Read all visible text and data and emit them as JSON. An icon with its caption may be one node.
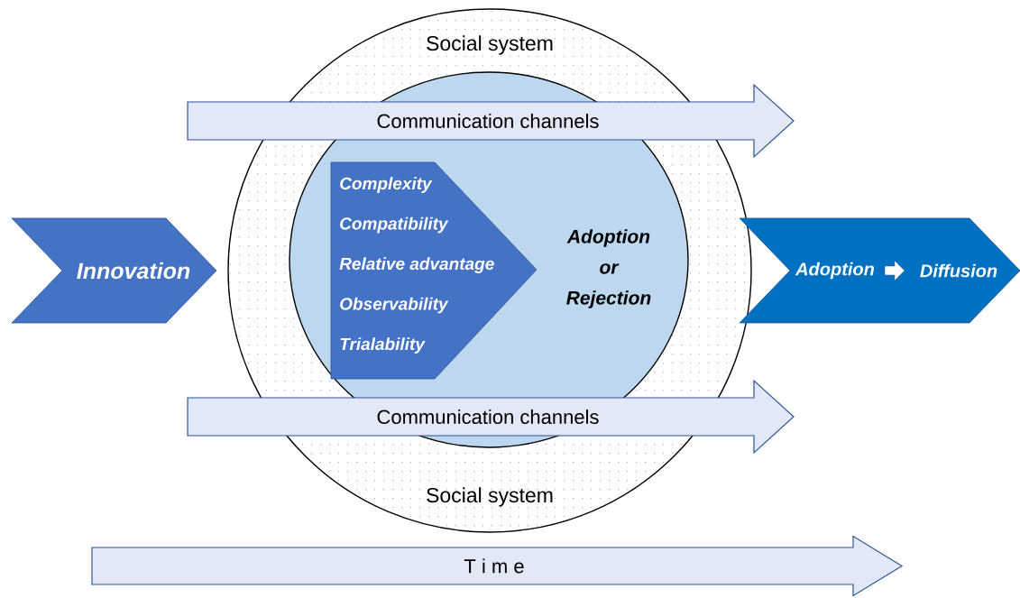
{
  "diagram": {
    "nodes": [
      {
        "text": [
          "Social system",
          "Social system"
        ]
      },
      {
        "text": [
          "Adoption or Rejection"
        ],
        "in": 0
      },
      {
        "text": [
          "Complexity",
          "Compatibility",
          "Relative advantage",
          "Observability",
          "Trialability"
        ],
        "in": 1
      },
      {
        "text": [
          "Innovation"
        ]
      },
      {
        "text": [
          "Adoption",
          "Diffusion"
        ]
      },
      {
        "text": [
          "Communication channels"
        ]
      },
      {
        "text": [
          "Communication channels"
        ]
      },
      {
        "text": [
          "T i m e"
        ]
      }
    ]
  }
}
